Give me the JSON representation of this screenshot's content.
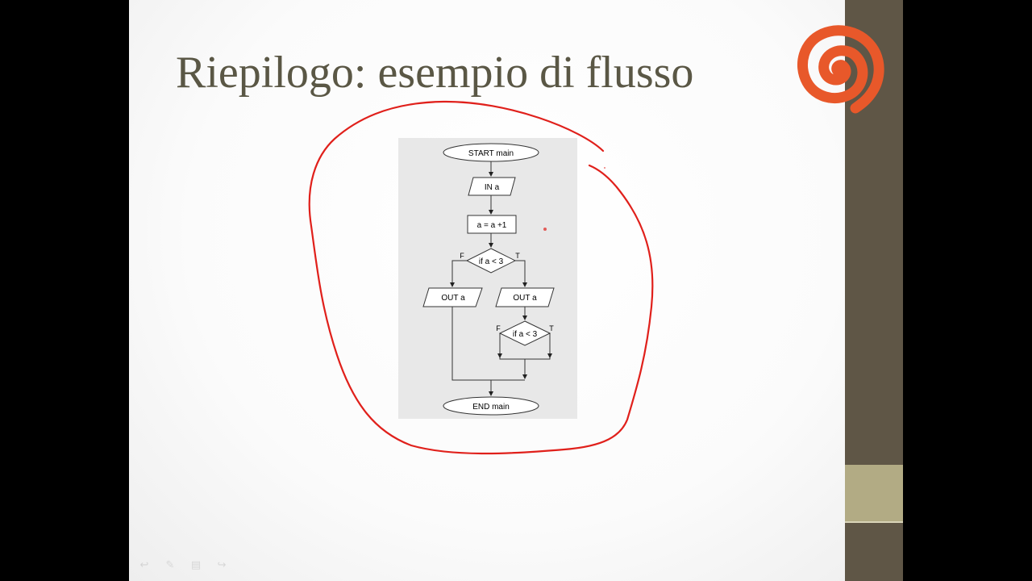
{
  "slide": {
    "title": "Riepilogo: esempio di flusso"
  },
  "flowchart": {
    "start": "START main",
    "input": "IN a",
    "assign": "a = a +1",
    "decision1": "if a < 3",
    "decision1_false": "F",
    "decision1_true": "T",
    "output_left": "OUT a",
    "output_right": "OUT a",
    "decision2": "if a < 3",
    "decision2_false": "F",
    "decision2_true": "T",
    "end": "END main"
  },
  "colors": {
    "ink": "#e0201b",
    "stripe": "#5f5646",
    "stripe_accent": "#b2ab84",
    "logo": "#e8582a",
    "title": "#5a5745"
  },
  "nav": {
    "previous_icon": "back-arrow-icon",
    "pen_icon": "pen-icon",
    "menu_icon": "menu-icon",
    "next_icon": "forward-arrow-icon"
  }
}
